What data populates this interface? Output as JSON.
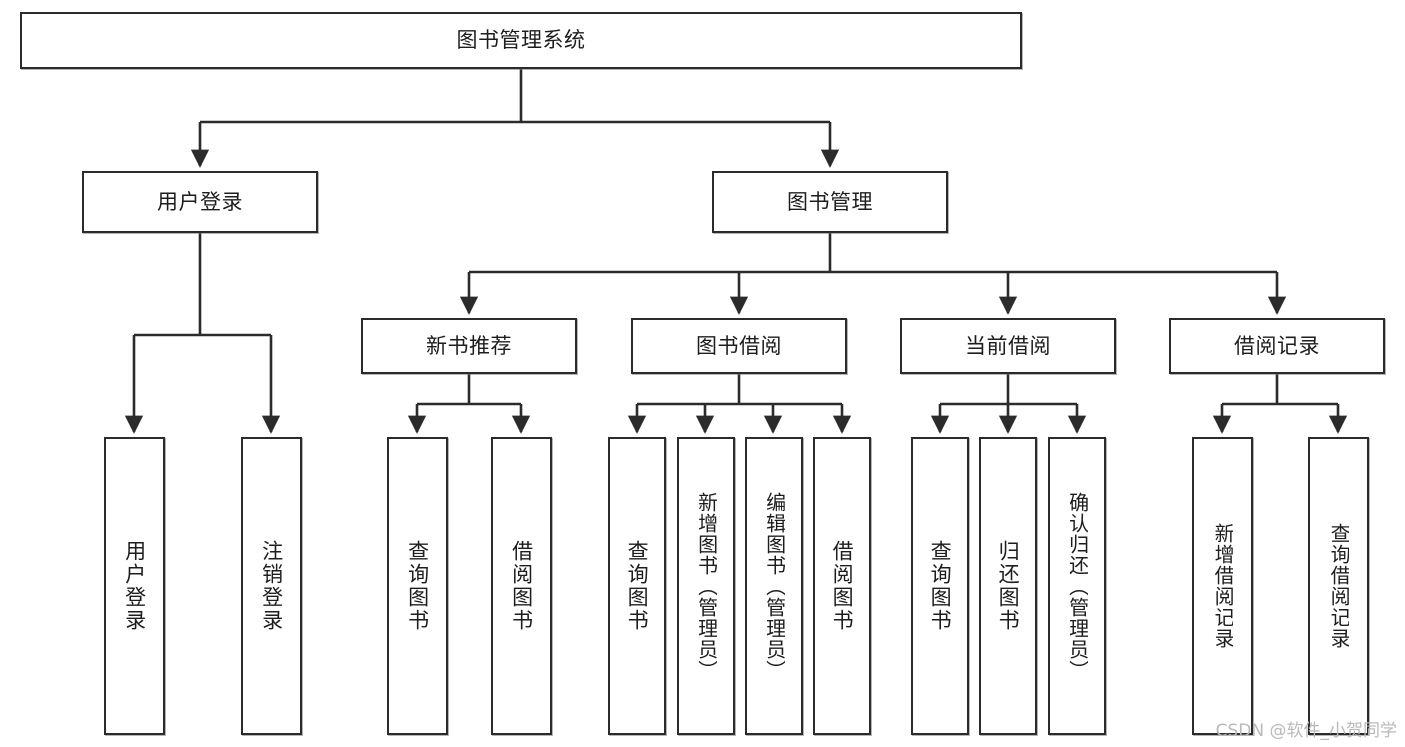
{
  "diagram": {
    "type": "tree-hierarchy",
    "title": "图书管理系统",
    "orientation": "top-down",
    "edge_style": "orthogonal-with-arrowheads",
    "colors": {
      "box_border": "#2b2b2b",
      "box_fill": "#ffffff",
      "edge": "#2b2b2b",
      "text": "#1d1d1d",
      "watermark": "#b9b9b9",
      "canvas": "#ffffff"
    },
    "root": {
      "label": "图书管理系统"
    },
    "level2": [
      {
        "label": "用户登录"
      },
      {
        "label": "图书管理"
      }
    ],
    "level3": [
      {
        "label": "新书推荐"
      },
      {
        "label": "图书借阅"
      },
      {
        "label": "当前借阅"
      },
      {
        "label": "借阅记录"
      }
    ],
    "leaves": {
      "user_login": [
        {
          "label": "用户登录"
        },
        {
          "label": "注销登录"
        }
      ],
      "new_book_recommend": [
        {
          "label": "查询图书"
        },
        {
          "label": "借阅图书"
        }
      ],
      "book_borrow": [
        {
          "label": "查询图书"
        },
        {
          "label": "新增图书（管理员）"
        },
        {
          "label": "编辑图书（管理员）"
        },
        {
          "label": "借阅图书"
        }
      ],
      "current_borrow": [
        {
          "label": "查询图书"
        },
        {
          "label": "归还图书"
        },
        {
          "label": "确认归还（管理员）"
        }
      ],
      "borrow_record": [
        {
          "label": "新增借阅记录"
        },
        {
          "label": "查询借阅记录"
        }
      ]
    }
  },
  "watermark": {
    "text": "CSDN @软件_小贺同学"
  }
}
